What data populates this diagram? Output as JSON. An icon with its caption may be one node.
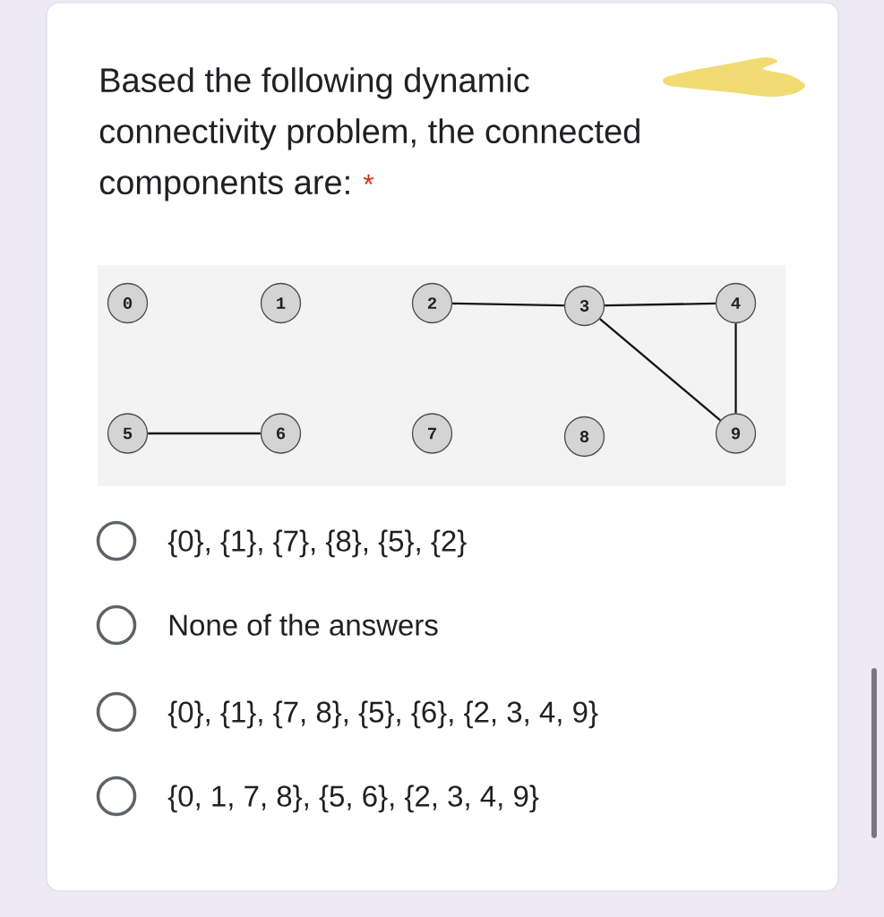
{
  "diagram": {
    "title": "Based the following dynamic connectivity problem, the connected components are:",
    "nodes": [
      {
        "text": [
          "0"
        ]
      },
      {
        "text": [
          "1"
        ]
      },
      {
        "text": [
          "2"
        ]
      },
      {
        "text": [
          "3"
        ]
      },
      {
        "text": [
          "4"
        ]
      },
      {
        "text": [
          "5"
        ]
      },
      {
        "text": [
          "6"
        ]
      },
      {
        "text": [
          "7"
        ]
      },
      {
        "text": [
          "8"
        ]
      },
      {
        "text": [
          "9"
        ]
      }
    ],
    "edges": [
      {
        "from": 2,
        "to": 3,
        "arrow": "none"
      },
      {
        "from": 3,
        "to": 4,
        "arrow": "none"
      },
      {
        "from": 3,
        "to": 9,
        "arrow": "none"
      },
      {
        "from": 4,
        "to": 9,
        "arrow": "none"
      },
      {
        "from": 5,
        "to": 6,
        "arrow": "none"
      }
    ],
    "labels": [
      "*",
      "{0}, {1}, {7}, {8}, {5}, {2}",
      "None of the answers",
      "{0}, {1}, {7, 8}, {5}, {6}, {2, 3, 4, 9}",
      "{0, 1, 7, 8}, {5, 6}, {2, 3, 4, 9}"
    ]
  }
}
